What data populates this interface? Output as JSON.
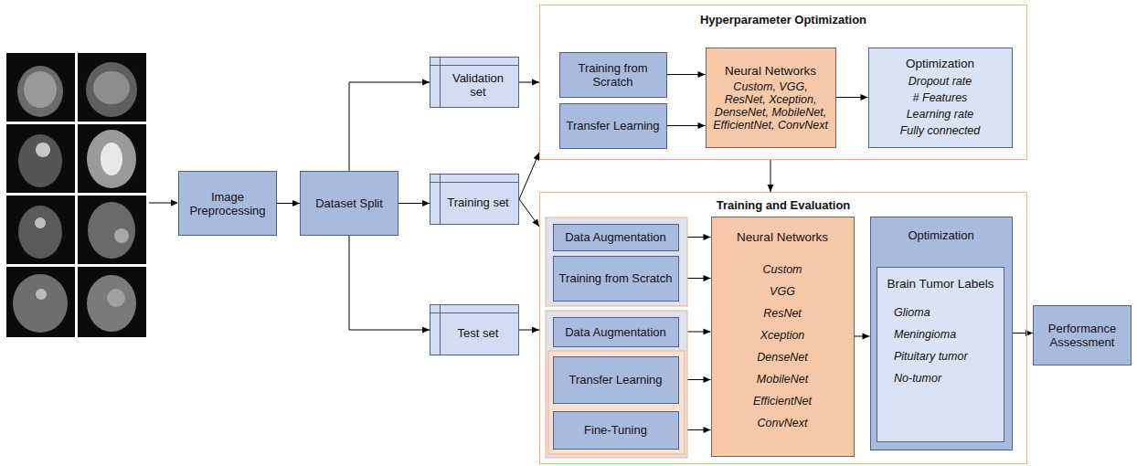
{
  "diagram": {
    "nodes": [
      {
        "text": [
          "Image Preprocessing"
        ]
      },
      {
        "text": [
          "Dataset Split"
        ]
      },
      {
        "text": [
          "Validation set"
        ]
      },
      {
        "text": [
          "Training set"
        ]
      },
      {
        "text": [
          "Test set"
        ]
      },
      {
        "text": [
          "Hyperparameter Optimization"
        ]
      },
      {
        "text": [
          "Training from Scratch"
        ],
        "in": 5
      },
      {
        "text": [
          "Transfer Learning"
        ],
        "in": 5
      },
      {
        "text": [
          "Neural Networks",
          "Custom, VGG, ResNet, Xception, DenseNet, MobileNet, EfficientNet, ConvNext"
        ],
        "in": 5
      },
      {
        "text": [
          "Optimization",
          "Dropout rate",
          "# Features",
          "Learning rate",
          "Fully connected"
        ],
        "in": 5
      },
      {
        "text": [
          "Training and Evaluation"
        ]
      },
      {
        "text": [
          "Data Augmentation"
        ],
        "in": 10
      },
      {
        "text": [
          "Training from Scratch"
        ],
        "in": 10
      },
      {
        "text": [
          "Data Augmentation"
        ],
        "in": 10
      },
      {
        "text": [
          "Transfer Learning"
        ],
        "in": 10
      },
      {
        "text": [
          "Fine-Tuning"
        ],
        "in": 10
      },
      {
        "text": [
          "Neural Networks",
          "Custom",
          "VGG",
          "ResNet",
          "Xception",
          "DenseNet",
          "MobileNet",
          "EfficientNet",
          "ConvNext"
        ],
        "in": 10
      },
      {
        "text": [
          "Optimization"
        ],
        "in": 10
      },
      {
        "text": [
          "Brain Tumor Labels",
          "Glioma",
          "Meningioma",
          "Pituitary tumor",
          "No-tumor"
        ],
        "in": 17
      },
      {
        "text": [
          "Performance Assessment"
        ]
      }
    ],
    "edges": [
      {
        "from": 0,
        "to": 1,
        "arrow": "to"
      },
      {
        "from": 1,
        "to": 2,
        "arrow": "to"
      },
      {
        "from": 1,
        "to": 3,
        "arrow": "to"
      },
      {
        "from": 1,
        "to": 4,
        "arrow": "to"
      },
      {
        "from": 2,
        "to": 5,
        "arrow": "to"
      },
      {
        "from": 3,
        "to": 5,
        "arrow": "to"
      },
      {
        "from": 3,
        "to": 10,
        "arrow": "to"
      },
      {
        "from": 4,
        "to": 10,
        "arrow": "to"
      },
      {
        "from": 6,
        "to": 8,
        "arrow": "to"
      },
      {
        "from": 7,
        "to": 8,
        "arrow": "to"
      },
      {
        "from": 8,
        "to": 9,
        "arrow": "to"
      },
      {
        "from": 5,
        "to": 10,
        "arrow": "to"
      },
      {
        "from": 11,
        "to": 16,
        "arrow": "to"
      },
      {
        "from": 12,
        "to": 16,
        "arrow": "to"
      },
      {
        "from": 13,
        "to": 16,
        "arrow": "to"
      },
      {
        "from": 14,
        "to": 16,
        "arrow": "to"
      },
      {
        "from": 15,
        "to": 16,
        "arrow": "to"
      },
      {
        "from": 16,
        "to": 17,
        "arrow": "to"
      },
      {
        "from": 17,
        "to": 19,
        "arrow": "to"
      }
    ]
  }
}
